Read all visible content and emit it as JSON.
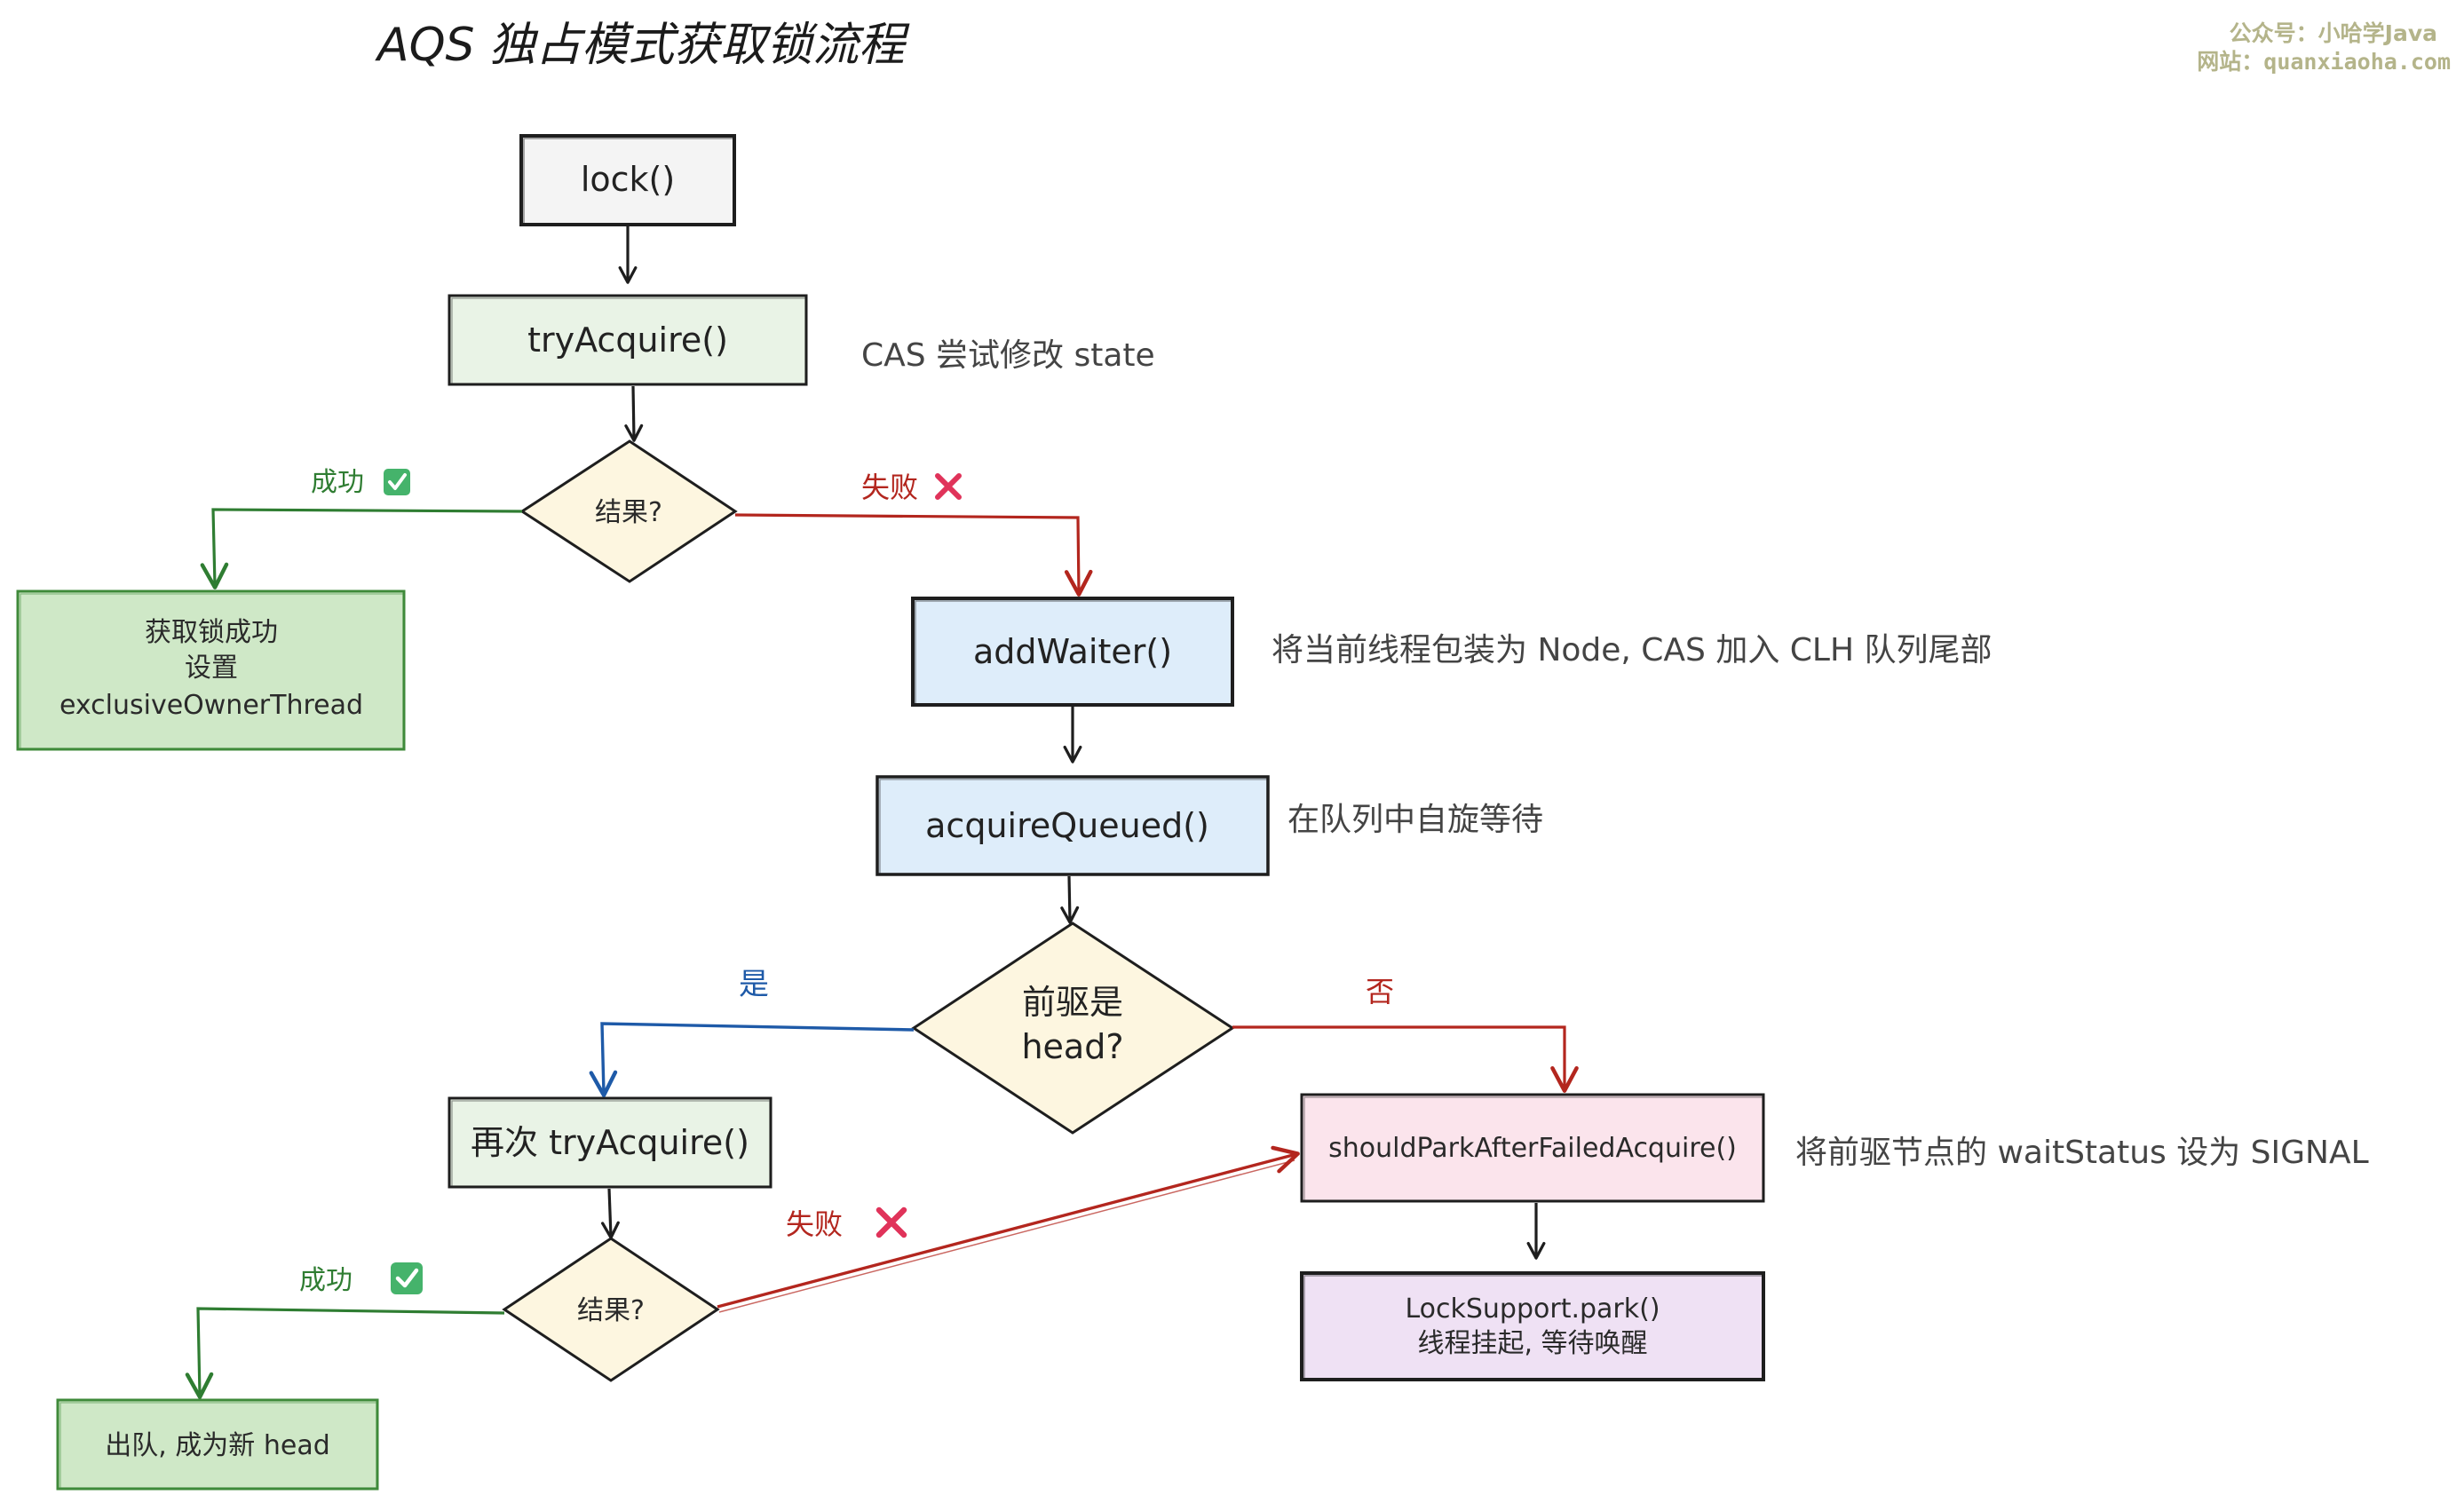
{
  "title": "AQS 独占模式获取锁流程",
  "watermark": {
    "line1": "公众号：小哈学Java",
    "line2": "网站：quanxiaoha.com"
  },
  "nodes": {
    "lock": "lock()",
    "try_acquire": "tryAcquire()",
    "result1": "结果?",
    "acquired": {
      "line1": "获取锁成功",
      "line2": "设置",
      "line3": "exclusiveOwnerThread"
    },
    "add_waiter": "addWaiter()",
    "acquire_queued": "acquireQueued()",
    "pred_is_head": {
      "line1": "前驱是",
      "line2": "head?"
    },
    "retry_try_acquire": "再次 tryAcquire()",
    "result2": "结果?",
    "dequeue": "出队, 成为新 head",
    "should_park": "shouldParkAfterFailedAcquire()",
    "park": {
      "line1": "LockSupport.park()",
      "line2": "线程挂起, 等待唤醒"
    }
  },
  "notes": {
    "cas_state": "CAS 尝试修改 state",
    "wrap_node": "将当前线程包装为 Node, CAS 加入 CLH 队列尾部",
    "spin_wait": "在队列中自旋等待",
    "set_signal": "将前驱节点的 waitStatus 设为 SIGNAL"
  },
  "edge_labels": {
    "success1": "成功",
    "fail1": "失败",
    "yes": "是",
    "no": "否",
    "fail2": "失败",
    "success2": "成功"
  },
  "colors": {
    "stroke": "#1e1e1e",
    "gray_fill": "#f4f4f4",
    "green_light_fill": "#e9f3e6",
    "green_fill": "#cfe8c7",
    "green_stroke": "#3f8a3a",
    "yellow_fill": "#fdf6e0",
    "blue_fill": "#deedfa",
    "pink_fill": "#fbe4ec",
    "purple_fill": "#efe1f4",
    "green_arrow": "#2f7d32",
    "red_arrow": "#b3261e",
    "blue_arrow": "#1e5aa8",
    "check_green": "#45b36b",
    "cross_red": "#e0335a"
  },
  "icons": {
    "success": "check-box-icon",
    "failure": "cross-icon"
  }
}
